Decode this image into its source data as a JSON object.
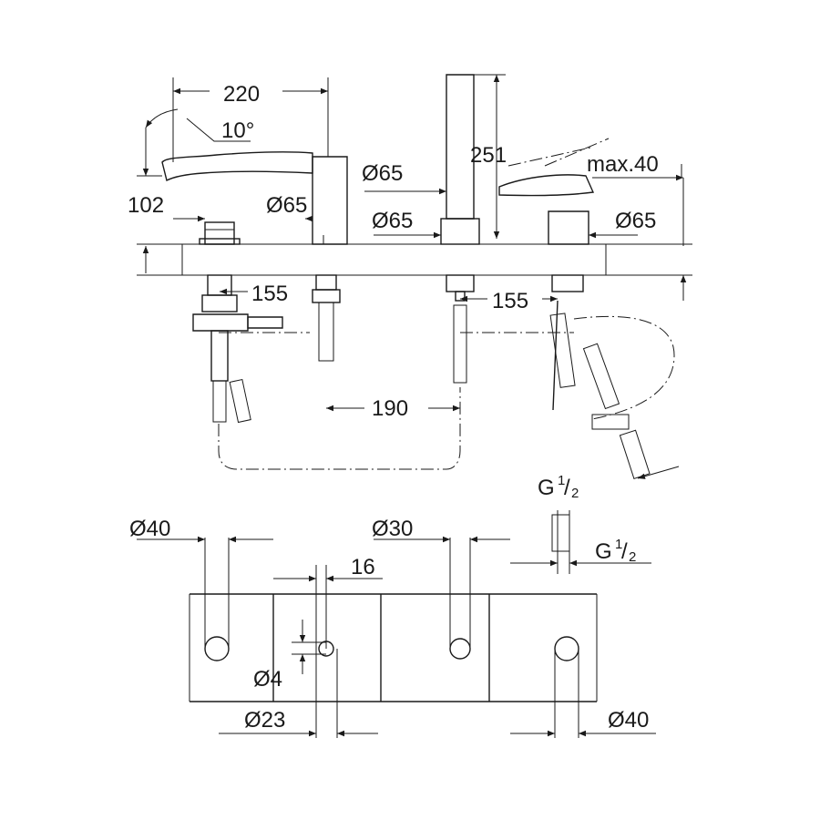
{
  "labels": {
    "spout_reach": "220",
    "spout_angle": "10°",
    "spout_height": "102",
    "spout_base_dia": "Ø65",
    "handshower_dia_top": "Ø65",
    "handshower_base_dia": "Ø65",
    "handshower_height": "251",
    "lever_travel": "max.40",
    "mixer_base_dia": "Ø65",
    "spacing_left": "155",
    "spacing_right": "155",
    "spacing_middle": "190",
    "thread_1_g": "G",
    "thread_1_num": "1",
    "thread_1_den": "2",
    "thread_2_g": "G",
    "thread_2_num": "1",
    "thread_2_den": "2",
    "hole_dia_left": "Ø40",
    "hole_dia_mid": "Ø30",
    "offset_16": "16",
    "pin_dia": "Ø4",
    "hole_dia_23": "Ø23",
    "hole_dia_right": "Ø40"
  }
}
